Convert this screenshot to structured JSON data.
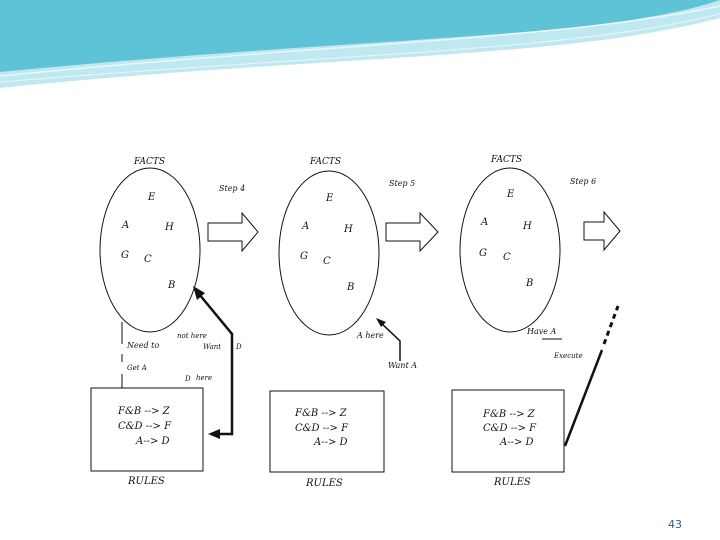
{
  "banner": {
    "colors": {
      "top": "#5fc3d8",
      "light": "#bfe8f1",
      "line": "#e8f7fb"
    }
  },
  "panels": [
    {
      "facts_label": "FACTS",
      "step_label": "Step 4",
      "rules_label": "RULES",
      "letters": [
        "E",
        "A",
        "H",
        "G",
        "C",
        "B"
      ],
      "rules": [
        "F&B --> Z",
        "C&D --> F",
        "A--> D"
      ]
    },
    {
      "facts_label": "FACTS",
      "step_label": "Step 5",
      "rules_label": "RULES",
      "letters": [
        "E",
        "A",
        "H",
        "G",
        "C",
        "B"
      ],
      "rules": [
        "F&B --> Z",
        "C&D --> F",
        "A--> D"
      ]
    },
    {
      "facts_label": "FACTS",
      "step_label": "Step 6",
      "rules_label": "RULES",
      "letters": [
        "E",
        "A",
        "H",
        "G",
        "C",
        "B"
      ],
      "rules": [
        "F&B --> Z",
        "C&D --> F",
        "A--> D"
      ]
    }
  ],
  "annotations": {
    "not_here": "not here",
    "want_d": "Want",
    "d": "D",
    "need_to": "Need to",
    "get_a": "Get A",
    "d_here_d": "D",
    "d_here": "here",
    "a_here": "A here",
    "want_a": "Want A",
    "have_a": "Have A",
    "execute": "Execute"
  },
  "slide": {
    "number": "43"
  }
}
